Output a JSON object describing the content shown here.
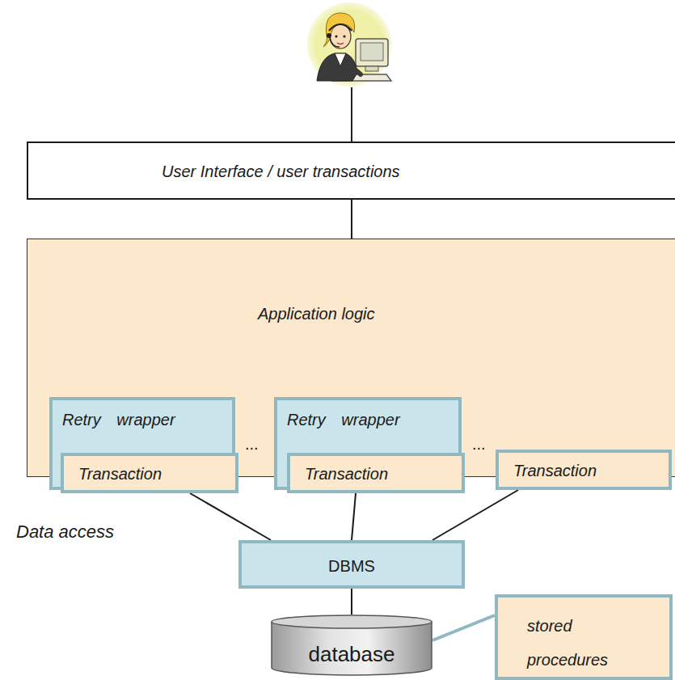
{
  "diagram": {
    "nodes": [
      {
        "text": [
          "User Interface / user transactions"
        ]
      },
      {
        "text": [
          "Application logic"
        ]
      },
      {
        "text": [
          "Retry wrapper"
        ],
        "in": 1
      },
      {
        "text": [
          "Transaction"
        ],
        "in": 2
      },
      {
        "text": [
          "Retry wrapper"
        ],
        "in": 1
      },
      {
        "text": [
          "Transaction"
        ],
        "in": 4
      },
      {
        "text": [
          "Transaction"
        ],
        "in": 1
      },
      {
        "text": [
          "DBMS"
        ]
      },
      {
        "text": [
          "database"
        ]
      },
      {
        "text": [
          "stored procedures"
        ]
      }
    ],
    "edges": [
      {
        "from": 0,
        "to": 1,
        "arrow": "none"
      },
      {
        "from": 3,
        "to": 7,
        "arrow": "none"
      },
      {
        "from": 5,
        "to": 7,
        "arrow": "none"
      },
      {
        "from": 6,
        "to": 7,
        "arrow": "none"
      },
      {
        "from": 7,
        "to": 8,
        "arrow": "none"
      },
      {
        "from": 8,
        "to": 9,
        "arrow": "none"
      }
    ],
    "labels": [
      "...",
      "...",
      "Data access"
    ]
  }
}
